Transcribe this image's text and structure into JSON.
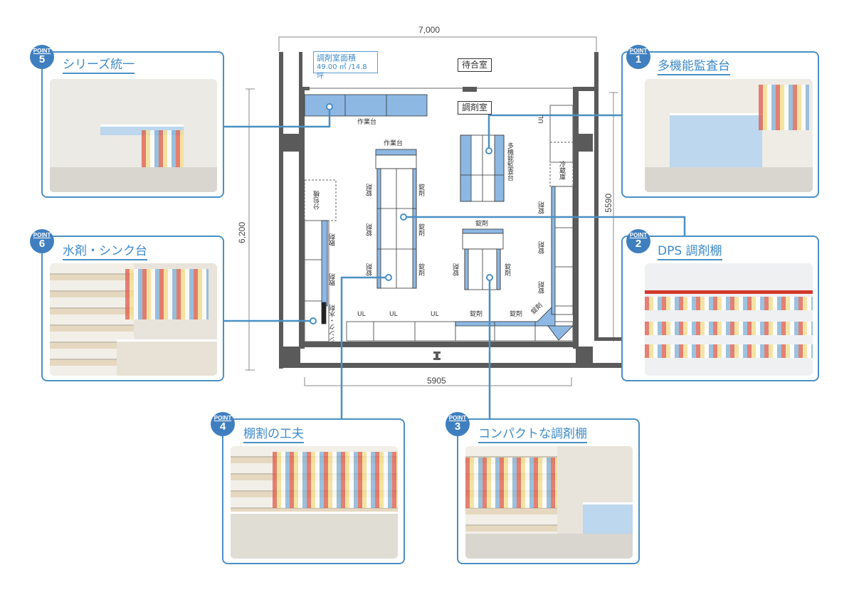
{
  "plan": {
    "dim_top": "7,000",
    "dim_left": "6,200",
    "dim_right": "5590",
    "dim_bottom": "5905",
    "area_title": "調剤室面積",
    "area_value": "49.00 ㎡ /14.8 坪",
    "room_waiting": "待合室",
    "room_dispensing": "調剤室",
    "work_table_1": "作業台",
    "work_table_2": "作業台",
    "multi_audit": "多機能監査台",
    "ul_right": "UL",
    "fridge": "冷蔵庫",
    "packer": "分包機",
    "tablet": "錠剤",
    "powder": "散剤",
    "sink": "シンク・水剤",
    "ul": "UL"
  },
  "points": [
    {
      "label": "POINT",
      "num": "5",
      "title": "シリーズ統一"
    },
    {
      "label": "POINT",
      "num": "6",
      "title": "水剤・シンク台"
    },
    {
      "label": "POINT",
      "num": "1",
      "title": "多機能監査台"
    },
    {
      "label": "POINT",
      "num": "2",
      "title": "DPS 調剤棚"
    },
    {
      "label": "POINT",
      "num": "4",
      "title": "棚割の工夫"
    },
    {
      "label": "POINT",
      "num": "3",
      "title": "コンパクトな調剤棚"
    }
  ],
  "colors": {
    "accent": "#4a90c4",
    "fixture": "#8db8e3",
    "wall": "#555555"
  }
}
